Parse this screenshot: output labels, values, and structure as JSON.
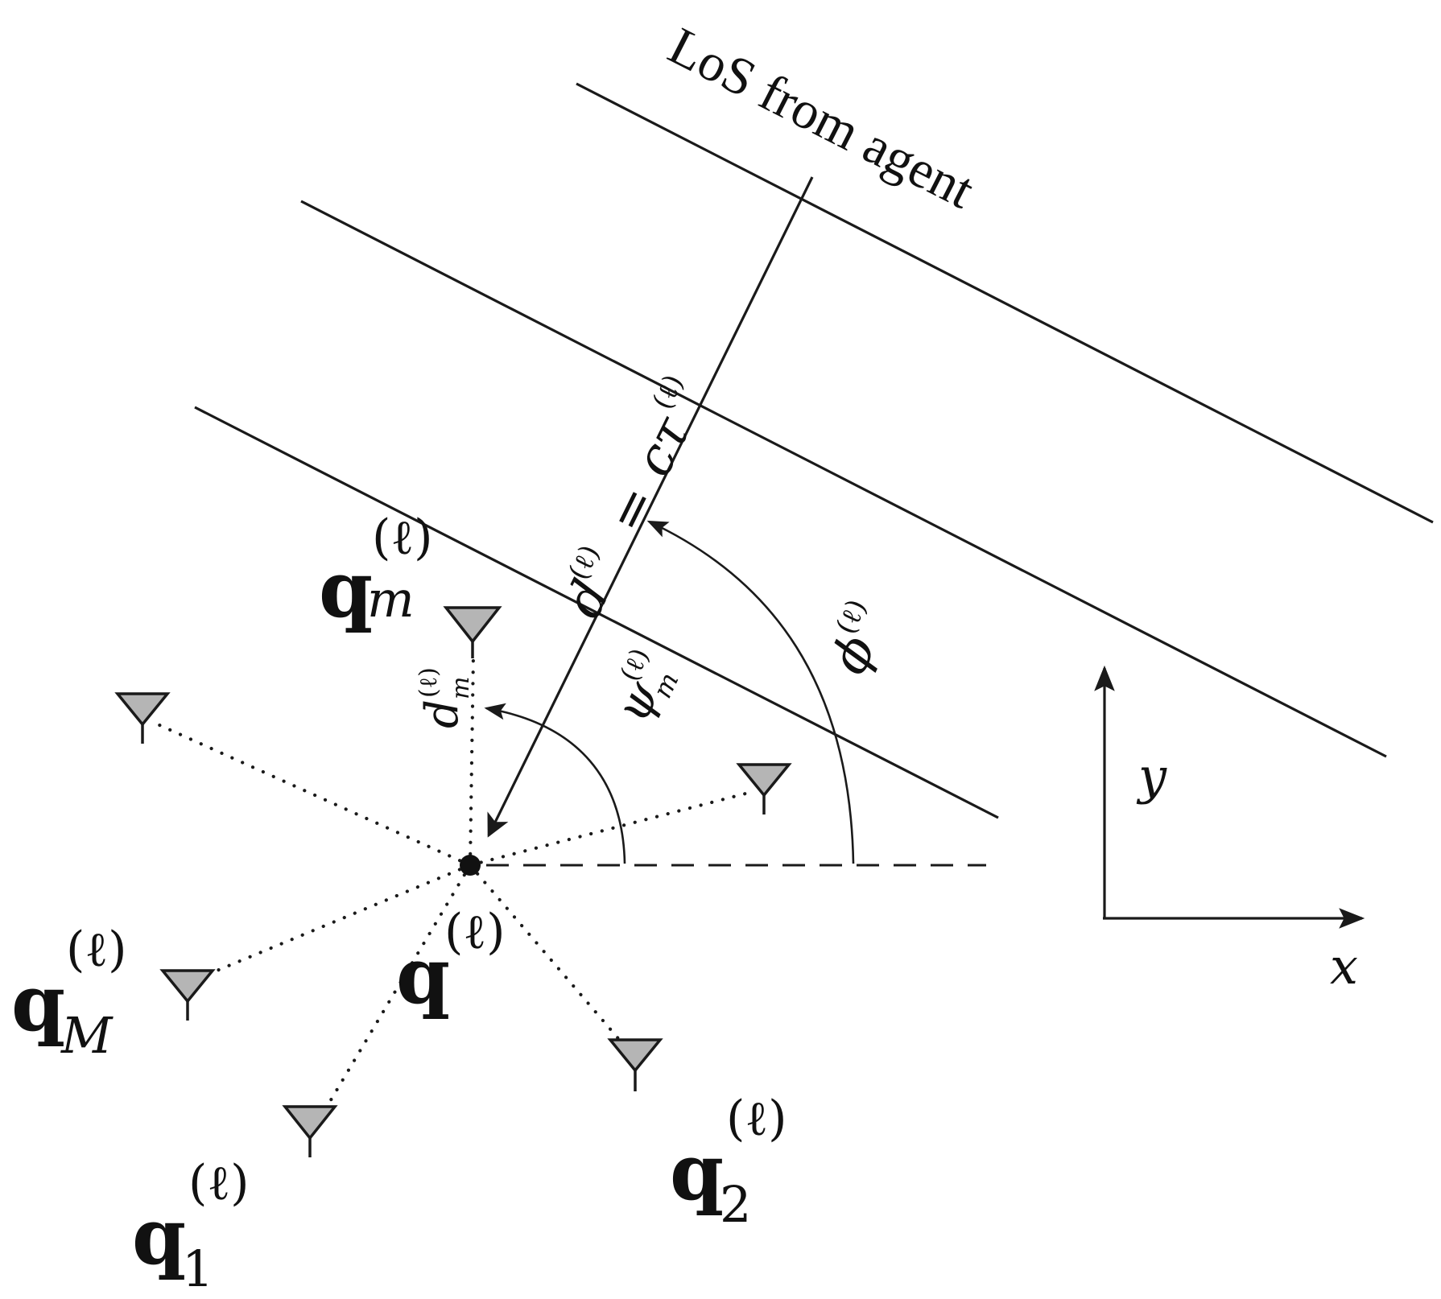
{
  "los_label": "LoS from agent",
  "distance_label": {
    "lhs": "d",
    "sup": "(ℓ)",
    "eq": "=",
    "rhs": "cτ",
    "rhs_sup": "(ℓ)"
  },
  "angle_phi": {
    "sym": "ϕ",
    "sup": "(ℓ)"
  },
  "angle_psi": {
    "sym": "ψ",
    "sub": "m",
    "sup": "(ℓ)"
  },
  "dist_m": {
    "sym": "d",
    "sub": "m",
    "sup": "(ℓ)"
  },
  "anchor": {
    "sym": "q",
    "sup": "(ℓ)"
  },
  "antennas": [
    {
      "sym": "q",
      "sub": "m",
      "sup": "(ℓ)"
    },
    {
      "sym": "q",
      "sub": "M",
      "sup": "(ℓ)"
    },
    {
      "sym": "q",
      "sub": "1",
      "sup": "(ℓ)"
    },
    {
      "sym": "q",
      "sub": "2",
      "sup": "(ℓ)"
    }
  ],
  "axes": {
    "x": "x",
    "y": "y"
  },
  "colors": {
    "antenna_fill": "#b5b5b5",
    "ink": "#1a1a1a"
  }
}
